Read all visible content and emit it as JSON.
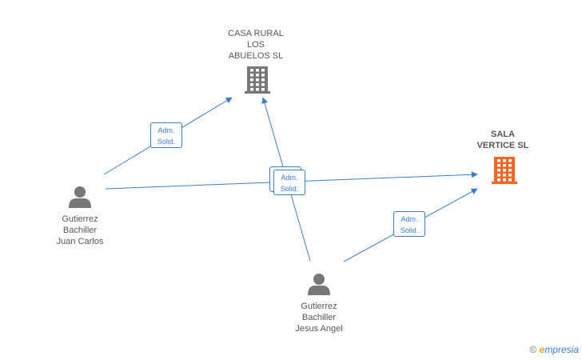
{
  "nodes": [
    {
      "id": "casa",
      "type": "company",
      "label": "CASA RURAL\nLOS\nABUELOS SL",
      "color": "#777777",
      "highlight": false
    },
    {
      "id": "sala",
      "type": "company",
      "label": "SALA\nVERTICE SL",
      "color": "#f26522",
      "highlight": true
    },
    {
      "id": "juan",
      "type": "person",
      "label": "Gutierrez\nBachiller\nJuan Carlos",
      "color": "#777777"
    },
    {
      "id": "jesus",
      "type": "person",
      "label": "Gutierrez\nBachiller\nJesus Angel",
      "color": "#777777"
    }
  ],
  "edges": [
    {
      "from": "juan",
      "to": "casa",
      "label": "Adm.\nSolid."
    },
    {
      "from": "juan",
      "to": "sala",
      "label": "Adm.\nSolid."
    },
    {
      "from": "jesus",
      "to": "casa",
      "label": "Adm.\nSolid."
    },
    {
      "from": "jesus",
      "to": "sala",
      "label": "Adm.\nSolid."
    }
  ],
  "colors": {
    "edge": "#3a7dc9"
  },
  "watermark": {
    "symbol": "©",
    "e": "e",
    "brand": "mpresia"
  }
}
